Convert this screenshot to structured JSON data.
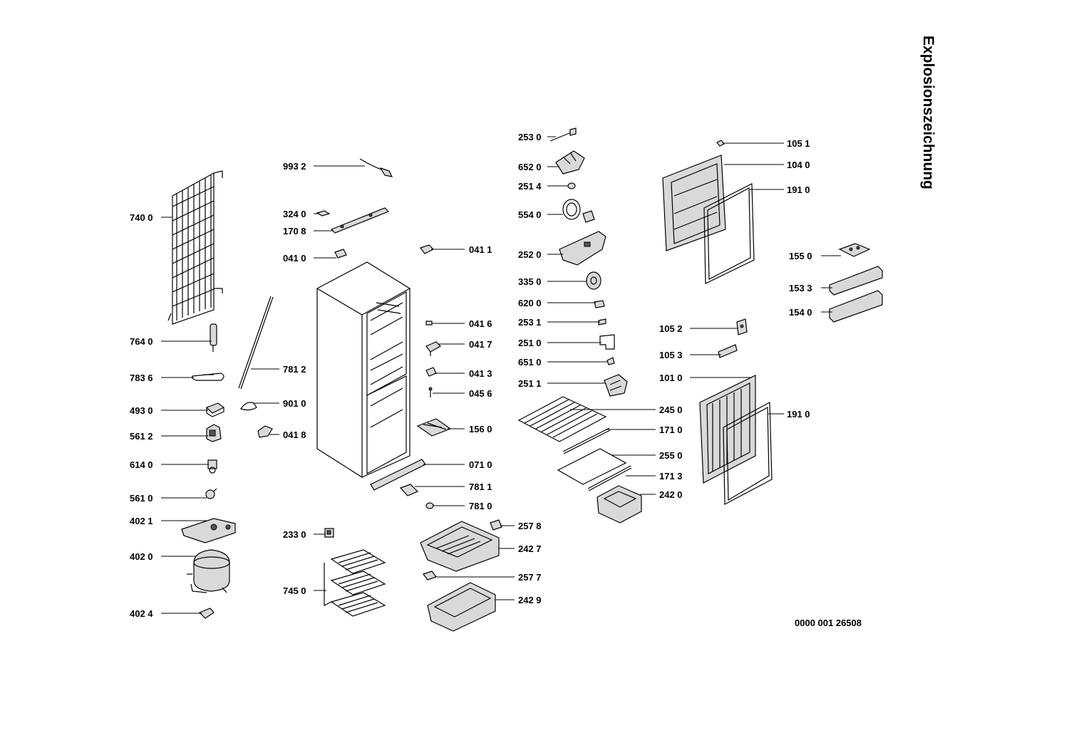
{
  "title": "Explosionszeichnung",
  "drawing_number": "0000 001 26508",
  "parts": [
    {
      "id": "740-0",
      "label": "740 0"
    },
    {
      "id": "764-0",
      "label": "764 0"
    },
    {
      "id": "783-6",
      "label": "783 6"
    },
    {
      "id": "493-0",
      "label": "493 0"
    },
    {
      "id": "561-2",
      "label": "561 2"
    },
    {
      "id": "614-0",
      "label": "614 0"
    },
    {
      "id": "561-0",
      "label": "561 0"
    },
    {
      "id": "402-1",
      "label": "402 1"
    },
    {
      "id": "402-0",
      "label": "402 0"
    },
    {
      "id": "402-4",
      "label": "402 4"
    },
    {
      "id": "993-2",
      "label": "993 2"
    },
    {
      "id": "324-0",
      "label": "324 0"
    },
    {
      "id": "170-8",
      "label": "170 8"
    },
    {
      "id": "041-0",
      "label": "041 0"
    },
    {
      "id": "781-2",
      "label": "781 2"
    },
    {
      "id": "901-0",
      "label": "901 0"
    },
    {
      "id": "041-8",
      "label": "041 8"
    },
    {
      "id": "233-0",
      "label": "233 0"
    },
    {
      "id": "745-0",
      "label": "745 0"
    },
    {
      "id": "041-1",
      "label": "041 1"
    },
    {
      "id": "041-6",
      "label": "041 6"
    },
    {
      "id": "041-7",
      "label": "041 7"
    },
    {
      "id": "041-3",
      "label": "041 3"
    },
    {
      "id": "045-6",
      "label": "045 6"
    },
    {
      "id": "156-0",
      "label": "156 0"
    },
    {
      "id": "071-0",
      "label": "071 0"
    },
    {
      "id": "781-1",
      "label": "781 1"
    },
    {
      "id": "781-0",
      "label": "781 0"
    },
    {
      "id": "257-8",
      "label": "257 8"
    },
    {
      "id": "242-7",
      "label": "242 7"
    },
    {
      "id": "257-7",
      "label": "257 7"
    },
    {
      "id": "242-9",
      "label": "242 9"
    },
    {
      "id": "253-0",
      "label": "253 0"
    },
    {
      "id": "652-0",
      "label": "652 0"
    },
    {
      "id": "251-4",
      "label": "251 4"
    },
    {
      "id": "554-0",
      "label": "554 0"
    },
    {
      "id": "252-0",
      "label": "252 0"
    },
    {
      "id": "335-0",
      "label": "335 0"
    },
    {
      "id": "620-0",
      "label": "620 0"
    },
    {
      "id": "253-1",
      "label": "253 1"
    },
    {
      "id": "251-0",
      "label": "251 0"
    },
    {
      "id": "651-0",
      "label": "651 0"
    },
    {
      "id": "251-1",
      "label": "251 1"
    },
    {
      "id": "245-0",
      "label": "245 0"
    },
    {
      "id": "171-0",
      "label": "171 0"
    },
    {
      "id": "255-0",
      "label": "255 0"
    },
    {
      "id": "171-3",
      "label": "171 3"
    },
    {
      "id": "242-0",
      "label": "242 0"
    },
    {
      "id": "105-1",
      "label": "105 1"
    },
    {
      "id": "104-0",
      "label": "104 0"
    },
    {
      "id": "191-0-top",
      "label": "191 0"
    },
    {
      "id": "155-0",
      "label": "155 0"
    },
    {
      "id": "153-3",
      "label": "153 3"
    },
    {
      "id": "154-0",
      "label": "154 0"
    },
    {
      "id": "105-2",
      "label": "105 2"
    },
    {
      "id": "105-3",
      "label": "105 3"
    },
    {
      "id": "101-0",
      "label": "101 0"
    },
    {
      "id": "191-0-bottom",
      "label": "191 0"
    }
  ]
}
